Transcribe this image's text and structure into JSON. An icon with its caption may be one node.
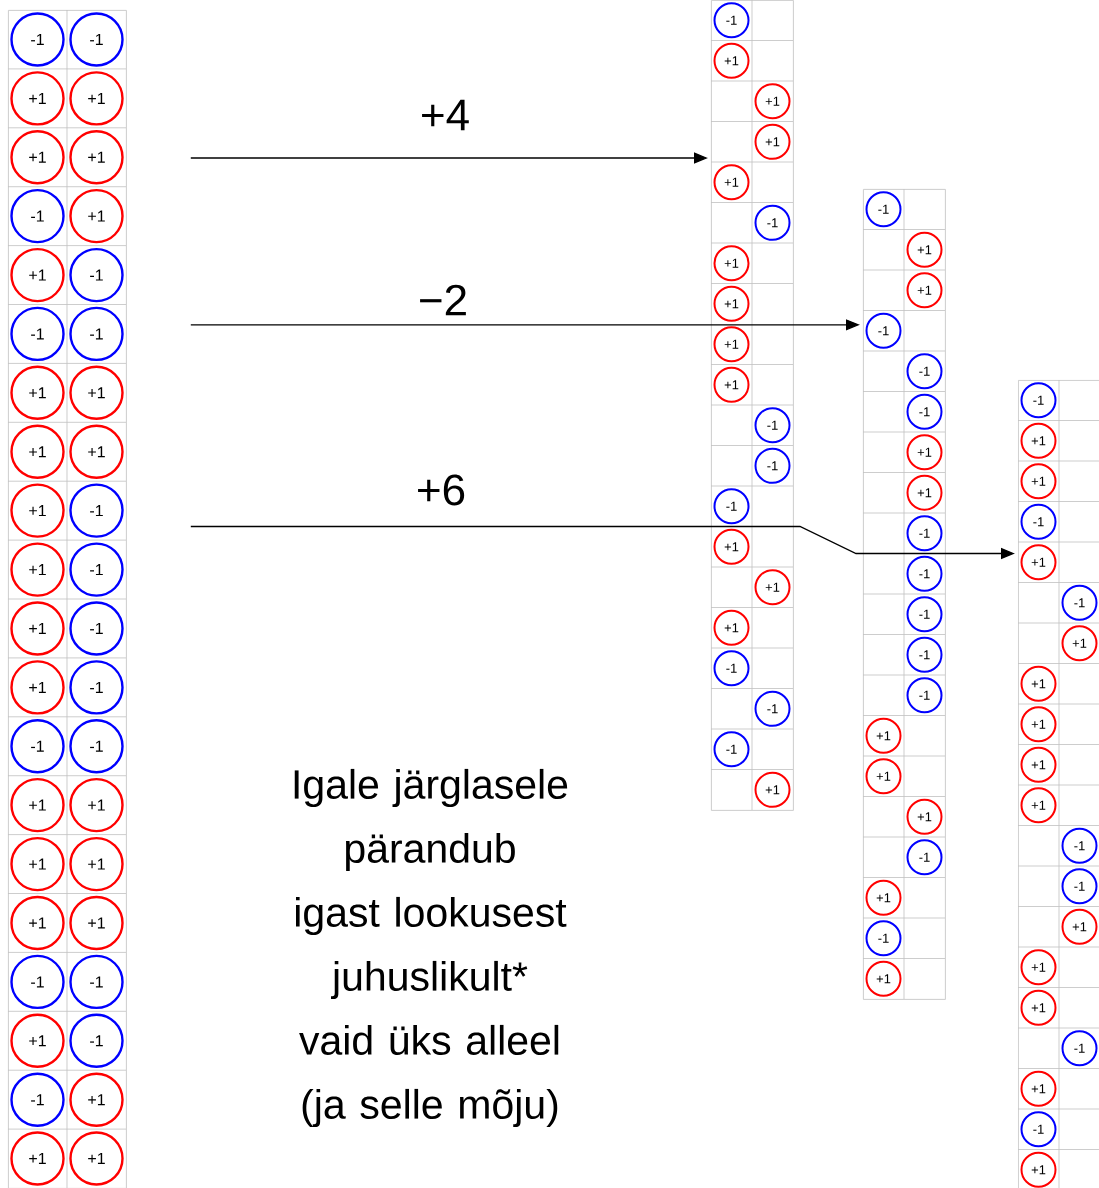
{
  "diagram": {
    "nodes": [
      {
        "text": [],
        "shape": "box"
      },
      {
        "text": [
          "-1"
        ],
        "in": 0
      },
      {
        "text": [
          "-1"
        ],
        "in": 0
      },
      {
        "text": [
          "+1"
        ],
        "in": 0
      },
      {
        "text": [
          "+1"
        ],
        "in": 0
      },
      {
        "text": [
          "+1"
        ],
        "in": 0
      },
      {
        "text": [
          "+1"
        ],
        "in": 0
      },
      {
        "text": [
          "-1"
        ],
        "in": 0
      },
      {
        "text": [
          "+1"
        ],
        "in": 0
      },
      {
        "text": [
          "+1"
        ],
        "in": 0
      },
      {
        "text": [
          "-1"
        ],
        "in": 0
      },
      {
        "text": [
          "-1"
        ],
        "in": 0
      },
      {
        "text": [
          "-1"
        ],
        "in": 0
      },
      {
        "text": [
          "+1"
        ],
        "in": 0
      },
      {
        "text": [
          "+1"
        ],
        "in": 0
      },
      {
        "text": [
          "+1"
        ],
        "in": 0
      },
      {
        "text": [
          "+1"
        ],
        "in": 0
      },
      {
        "text": [
          "+1"
        ],
        "in": 0
      },
      {
        "text": [
          "-1"
        ],
        "in": 0
      },
      {
        "text": [
          "+1"
        ],
        "in": 0
      },
      {
        "text": [
          "-1"
        ],
        "in": 0
      },
      {
        "text": [
          "+1"
        ],
        "in": 0
      },
      {
        "text": [
          "-1"
        ],
        "in": 0
      },
      {
        "text": [
          "+1"
        ],
        "in": 0
      },
      {
        "text": [
          "-1"
        ],
        "in": 0
      },
      {
        "text": [
          "-1"
        ],
        "in": 0
      },
      {
        "text": [
          "-1"
        ],
        "in": 0
      },
      {
        "text": [
          "+1"
        ],
        "in": 0
      },
      {
        "text": [
          "+1"
        ],
        "in": 0
      },
      {
        "text": [
          "+1"
        ],
        "in": 0
      },
      {
        "text": [
          "+1"
        ],
        "in": 0
      },
      {
        "text": [
          "+1"
        ],
        "in": 0
      },
      {
        "text": [
          "+1"
        ],
        "in": 0
      },
      {
        "text": [
          "-1"
        ],
        "in": 0
      },
      {
        "text": [
          "-1"
        ],
        "in": 0
      },
      {
        "text": [
          "+1"
        ],
        "in": 0
      },
      {
        "text": [
          "-1"
        ],
        "in": 0
      },
      {
        "text": [
          "-1"
        ],
        "in": 0
      },
      {
        "text": [
          "+1"
        ],
        "in": 0
      },
      {
        "text": [
          "+1"
        ],
        "in": 0
      },
      {
        "text": [
          "+1"
        ],
        "in": 0
      },
      {
        "text": [],
        "shape": "box"
      },
      {
        "text": [
          "-1"
        ],
        "in": 41
      },
      {
        "text": [
          "+1"
        ],
        "in": 41
      },
      {
        "text": [
          "+1"
        ],
        "in": 41
      },
      {
        "text": [
          "+1"
        ],
        "in": 41
      },
      {
        "text": [
          "+1"
        ],
        "in": 41
      },
      {
        "text": [
          "-1"
        ],
        "in": 41
      },
      {
        "text": [
          "+1"
        ],
        "in": 41
      },
      {
        "text": [
          "+1"
        ],
        "in": 41
      },
      {
        "text": [
          "+1"
        ],
        "in": 41
      },
      {
        "text": [
          "+1"
        ],
        "in": 41
      },
      {
        "text": [
          "-1"
        ],
        "in": 41
      },
      {
        "text": [
          "-1"
        ],
        "in": 41
      },
      {
        "text": [
          "-1"
        ],
        "in": 41
      },
      {
        "text": [
          "+1"
        ],
        "in": 41
      },
      {
        "text": [
          "+1"
        ],
        "in": 41
      },
      {
        "text": [
          "+1"
        ],
        "in": 41
      },
      {
        "text": [
          "-1"
        ],
        "in": 41
      },
      {
        "text": [
          "-1"
        ],
        "in": 41
      },
      {
        "text": [
          "-1"
        ],
        "in": 41
      },
      {
        "text": [
          "+1"
        ],
        "in": 41
      },
      {
        "text": [],
        "shape": "box"
      },
      {
        "text": [
          "-1"
        ],
        "in": 62
      },
      {
        "text": [
          "+1"
        ],
        "in": 62
      },
      {
        "text": [
          "+1"
        ],
        "in": 62
      },
      {
        "text": [
          "-1"
        ],
        "in": 62
      },
      {
        "text": [
          "-1"
        ],
        "in": 62
      },
      {
        "text": [
          "-1"
        ],
        "in": 62
      },
      {
        "text": [
          "+1"
        ],
        "in": 62
      },
      {
        "text": [
          "+1"
        ],
        "in": 62
      },
      {
        "text": [
          "-1"
        ],
        "in": 62
      },
      {
        "text": [
          "-1"
        ],
        "in": 62
      },
      {
        "text": [
          "-1"
        ],
        "in": 62
      },
      {
        "text": [
          "-1"
        ],
        "in": 62
      },
      {
        "text": [
          "-1"
        ],
        "in": 62
      },
      {
        "text": [
          "+1"
        ],
        "in": 62
      },
      {
        "text": [
          "+1"
        ],
        "in": 62
      },
      {
        "text": [
          "+1"
        ],
        "in": 62
      },
      {
        "text": [
          "-1"
        ],
        "in": 62
      },
      {
        "text": [
          "+1"
        ],
        "in": 62
      },
      {
        "text": [
          "-1"
        ],
        "in": 62
      },
      {
        "text": [
          "+1"
        ],
        "in": 62
      },
      {
        "text": [],
        "shape": "box"
      },
      {
        "text": [
          "-1"
        ],
        "in": 83
      },
      {
        "text": [
          "+1"
        ],
        "in": 83
      },
      {
        "text": [
          "+1"
        ],
        "in": 83
      },
      {
        "text": [
          "-1"
        ],
        "in": 83
      },
      {
        "text": [
          "+1"
        ],
        "in": 83
      },
      {
        "text": [
          "-1"
        ],
        "in": 83
      },
      {
        "text": [
          "+1"
        ],
        "in": 83
      },
      {
        "text": [
          "+1"
        ],
        "in": 83
      },
      {
        "text": [
          "+1"
        ],
        "in": 83
      },
      {
        "text": [
          "+1"
        ],
        "in": 83
      },
      {
        "text": [
          "+1"
        ],
        "in": 83
      },
      {
        "text": [
          "-1"
        ],
        "in": 83
      },
      {
        "text": [
          "-1"
        ],
        "in": 83
      },
      {
        "text": [
          "+1"
        ],
        "in": 83
      },
      {
        "text": [
          "+1"
        ],
        "in": 83
      },
      {
        "text": [
          "+1"
        ],
        "in": 83
      },
      {
        "text": [
          "-1"
        ],
        "in": 83
      },
      {
        "text": [
          "+1"
        ],
        "in": 83
      },
      {
        "text": [
          "-1"
        ],
        "in": 83
      },
      {
        "text": [
          "+1"
        ],
        "in": 83
      }
    ],
    "edges": [
      {
        "from": 0,
        "to": 41,
        "arrow": "to",
        "label": "+4"
      },
      {
        "from": 0,
        "to": 62,
        "arrow": "to",
        "label": "−2"
      },
      {
        "from": 0,
        "to": 83,
        "arrow": "to",
        "label": "+6"
      }
    ],
    "labels": [
      "Igale järglasele pärandub igast lookusest juhuslikult* vaid üks alleel (ja selle mõju)"
    ]
  }
}
